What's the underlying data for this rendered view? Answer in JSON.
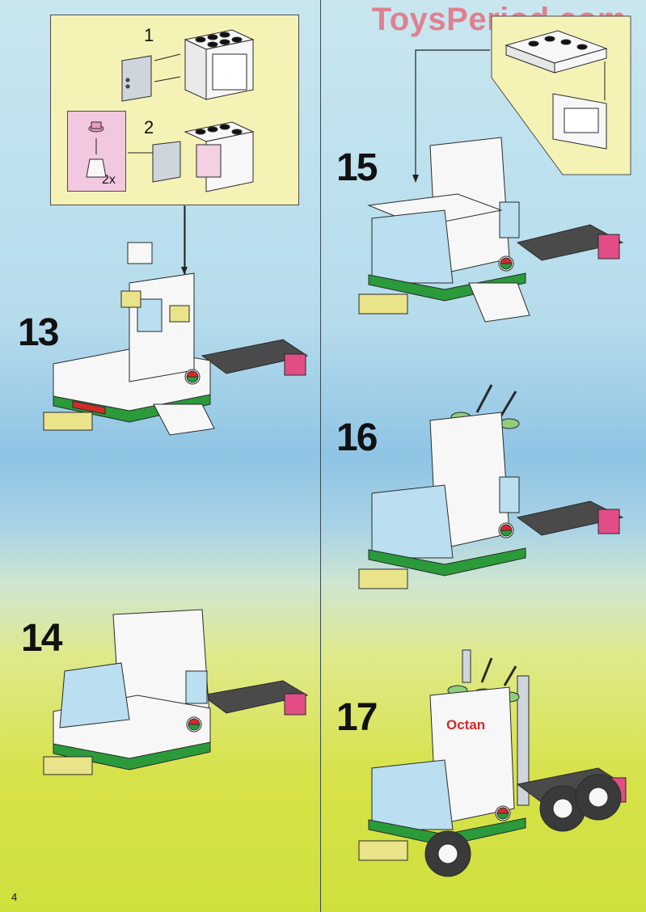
{
  "watermark": "ToysPeriod.com",
  "page_number": "4",
  "steps": [
    {
      "number": "13"
    },
    {
      "number": "14"
    },
    {
      "number": "15"
    },
    {
      "number": "16"
    },
    {
      "number": "17"
    }
  ],
  "inset": {
    "substeps": [
      "1",
      "2"
    ],
    "quantity": "2x"
  },
  "octan_logo_text": "Octan",
  "colors": {
    "white_brick": "#f7f7f7",
    "outline": "#2a2a2a",
    "green": "#2a9a3a",
    "red": "#d42a2a",
    "yellow_trans": "#e9e38a",
    "glass": "#b9dff0",
    "dark_grey": "#3c3c3c",
    "pink": "#e24d86"
  }
}
